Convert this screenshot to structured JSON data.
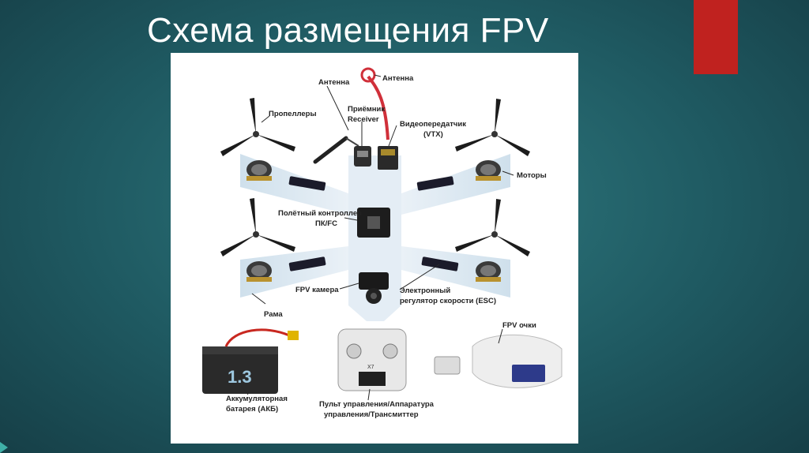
{
  "slide": {
    "title": "Схема размещения FPV",
    "accent_color": "#c0221f",
    "background_color": "#1f5a62"
  },
  "diagram": {
    "labels": {
      "antenna_left": "Антенна",
      "antenna_top": "Антенна",
      "receiver": [
        "Приёмник",
        "Receiver"
      ],
      "vtx": [
        "Видеопередатчик",
        "(VTX)"
      ],
      "propellers": "Пропеллеры",
      "motors": "Моторы",
      "flight_controller": [
        "Полётный контроллер",
        "ПК/FC"
      ],
      "fpv_camera": "FPV камера",
      "esc": [
        "Электронный",
        "регулятор скорости (ESC)"
      ],
      "frame": "Рама",
      "fpv_goggles": "FPV очки",
      "battery": [
        "Аккумуляторная",
        "батарея (АКБ)"
      ],
      "transmitter": [
        "Пульт управления/Аппаратура",
        "управления/Трансмиттер"
      ]
    },
    "printed_marks": {
      "battery_capacity": "1.3",
      "transmitter_model": "X7"
    },
    "icons": [
      "propeller-icon",
      "motor-icon",
      "esc-icon",
      "antenna-icon",
      "receiver-icon",
      "vtx-icon",
      "flight-controller-icon",
      "fpv-camera-icon",
      "battery-icon",
      "transmitter-icon",
      "goggles-icon"
    ]
  }
}
